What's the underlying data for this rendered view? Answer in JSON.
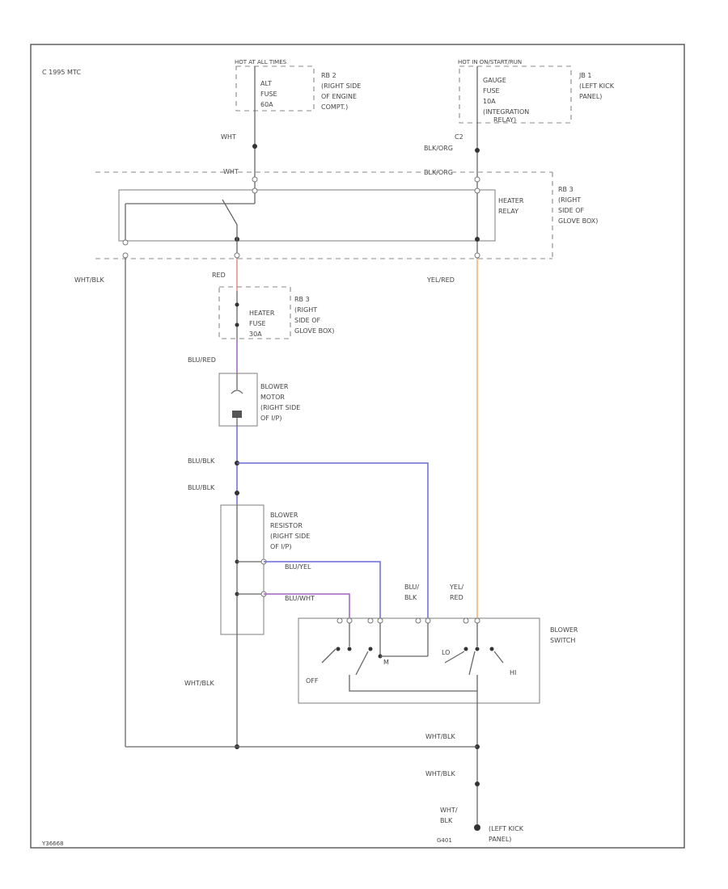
{
  "copyright": "C 1995 MTC",
  "figure_id": "Y36668",
  "colors": {
    "red": "#e88a8a",
    "orange": "#f5b27a",
    "blue": "#6a6ad8",
    "purple": "#a060c0",
    "wire": "#666666"
  },
  "fuse_block_1": {
    "header": "HOT AT ALL TIMES",
    "label1": "ALT",
    "label2": "FUSE",
    "label3": "60A",
    "loc1": "RB 2",
    "loc2": "(RIGHT SIDE",
    "loc3": "OF ENGINE",
    "loc4": "COMPT.)"
  },
  "fuse_block_2": {
    "header": "HOT IN ON/START/RUN",
    "label1": "GAUGE",
    "label2": "FUSE",
    "label3": "10A",
    "loc1": "JB 1",
    "loc2": "(LEFT KICK",
    "loc3": "PANEL)",
    "relay1": "(INTEGRATION",
    "relay2": "RELAY)"
  },
  "wire_labels": {
    "wht_top": "WHT",
    "wht_conn": "WHT",
    "c2_pin": "C2",
    "blk_org_1": "BLK/ORG",
    "blk_org_2": "BLK/ORG",
    "wht_blk_left": "WHT/BLK",
    "red": "RED",
    "yel_red": "YEL/RED",
    "blu_red": "BLU/RED",
    "blu_blk_1": "BLU/BLK",
    "blu_blk_2": "BLU/BLK",
    "blu_yel": "BLU/YEL",
    "blu_wht": "BLU/WHT",
    "blu_blk_3": "BLU/",
    "blu_blk_3b": "BLK",
    "yel_red_2": "YEL/",
    "yel_red_2b": "RED",
    "wht_blk_mid": "WHT/BLK",
    "wht_blk_r1": "WHT/BLK",
    "wht_blk_r2": "WHT/BLK",
    "wht_blk_bottom": "WHT/",
    "wht_blk_bottom2": "BLK",
    "g_ground": "G401"
  },
  "heater_relay": {
    "name1": "HEATER",
    "name2": "RELAY",
    "loc1": "RB 3",
    "loc2": "(RIGHT",
    "loc3": "SIDE OF",
    "loc4": "GLOVE BOX)"
  },
  "heater_fuse": {
    "label1": "HEATER",
    "label2": "FUSE",
    "label3": "30A",
    "loc1": "RB 3",
    "loc2": "(RIGHT",
    "loc3": "SIDE OF",
    "loc4": "GLOVE BOX)"
  },
  "blower_motor": {
    "l1": "BLOWER",
    "l2": "MOTOR",
    "l3": "(RIGHT SIDE",
    "l4": "OF I/P)"
  },
  "blower_resistor": {
    "l1": "BLOWER",
    "l2": "RESISTOR",
    "l3": "(RIGHT SIDE",
    "l4": "OF I/P)"
  },
  "blower_switch": {
    "l1": "BLOWER",
    "l2": "SWITCH",
    "off": "OFF",
    "hi": "HI",
    "m": "M",
    "lo": "LO"
  },
  "ground_loc": {
    "l1": "(LEFT KICK",
    "l2": "PANEL)"
  }
}
